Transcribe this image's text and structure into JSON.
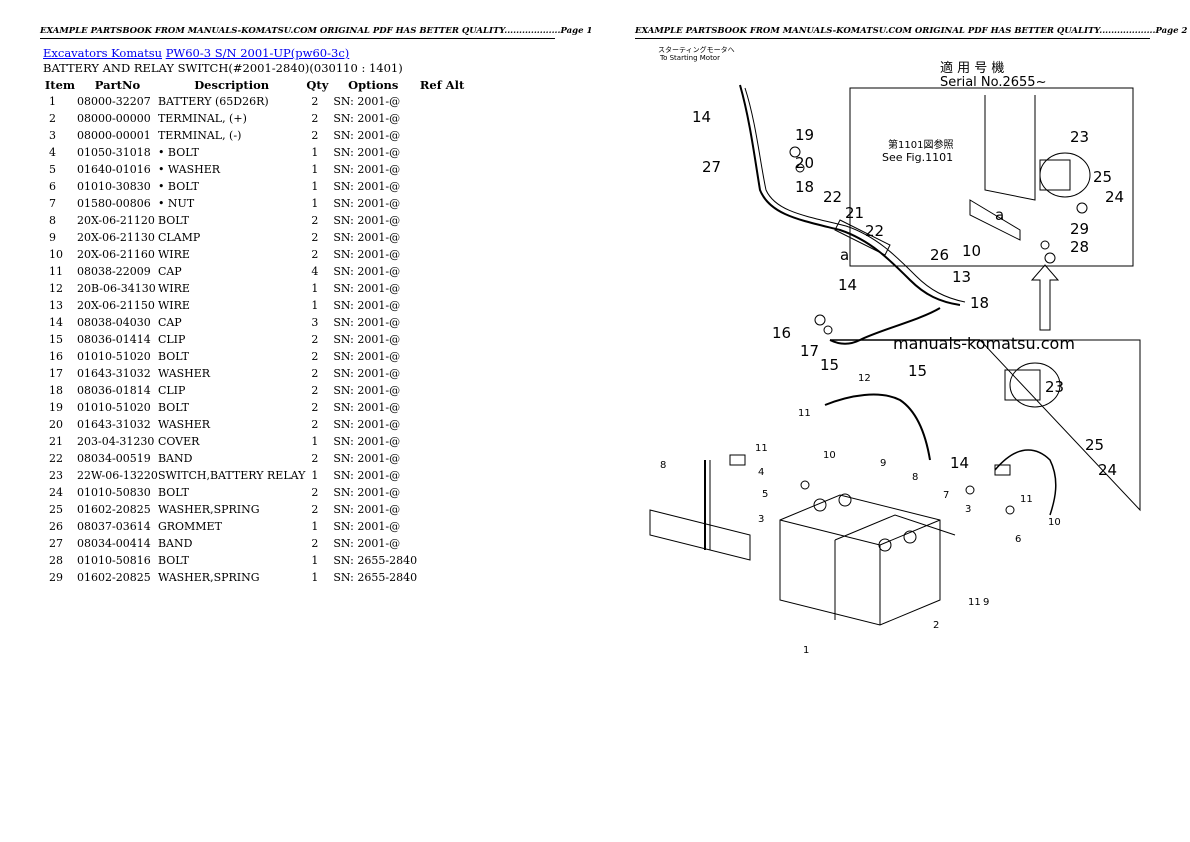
{
  "header_text": "EXAMPLE PARTSBOOK FROM MANUALS-KOMATSU.COM ORIGINAL PDF HAS BETTER QUALITY...................",
  "page_left_label": "Page 1",
  "page_right_label": "Page 2",
  "breadcrumb": {
    "link1": "Excavators Komatsu",
    "link2": "PW60-3 S/N 2001-UP(pw60-3c)"
  },
  "subtitle": "BATTERY AND RELAY SWITCH(#2001-2840)(030110 : 1401)",
  "table": {
    "headers": {
      "item": "Item",
      "partno": "PartNo",
      "description": "Description",
      "qty": "Qty",
      "options": "Options",
      "refalt": "Ref Alt"
    },
    "rows": [
      {
        "item": "1",
        "partno": "08000-32207",
        "desc": "BATTERY (65D26R)",
        "qty": "2",
        "opt": "SN: 2001-@"
      },
      {
        "item": "2",
        "partno": "08000-00000",
        "desc": "TERMINAL, (+)",
        "qty": "2",
        "opt": "SN: 2001-@"
      },
      {
        "item": "3",
        "partno": "08000-00001",
        "desc": "TERMINAL, (-)",
        "qty": "2",
        "opt": "SN: 2001-@"
      },
      {
        "item": "4",
        "partno": "01050-31018",
        "desc": "• BOLT",
        "qty": "1",
        "opt": "SN: 2001-@"
      },
      {
        "item": "5",
        "partno": "01640-01016",
        "desc": "• WASHER",
        "qty": "1",
        "opt": "SN: 2001-@"
      },
      {
        "item": "6",
        "partno": "01010-30830",
        "desc": "• BOLT",
        "qty": "1",
        "opt": "SN: 2001-@"
      },
      {
        "item": "7",
        "partno": "01580-00806",
        "desc": "• NUT",
        "qty": "1",
        "opt": "SN: 2001-@"
      },
      {
        "item": "8",
        "partno": "20X-06-21120",
        "desc": "BOLT",
        "qty": "2",
        "opt": "SN: 2001-@"
      },
      {
        "item": "9",
        "partno": "20X-06-21130",
        "desc": "CLAMP",
        "qty": "2",
        "opt": "SN: 2001-@"
      },
      {
        "item": "10",
        "partno": "20X-06-21160",
        "desc": "WIRE",
        "qty": "2",
        "opt": "SN: 2001-@"
      },
      {
        "item": "11",
        "partno": "08038-22009",
        "desc": "CAP",
        "qty": "4",
        "opt": "SN: 2001-@"
      },
      {
        "item": "12",
        "partno": "20B-06-34130",
        "desc": "WIRE",
        "qty": "1",
        "opt": "SN: 2001-@"
      },
      {
        "item": "13",
        "partno": "20X-06-21150",
        "desc": "WIRE",
        "qty": "1",
        "opt": "SN: 2001-@"
      },
      {
        "item": "14",
        "partno": "08038-04030",
        "desc": "CAP",
        "qty": "3",
        "opt": "SN: 2001-@"
      },
      {
        "item": "15",
        "partno": "08036-01414",
        "desc": "CLIP",
        "qty": "2",
        "opt": "SN: 2001-@"
      },
      {
        "item": "16",
        "partno": "01010-51020",
        "desc": "BOLT",
        "qty": "2",
        "opt": "SN: 2001-@"
      },
      {
        "item": "17",
        "partno": "01643-31032",
        "desc": "WASHER",
        "qty": "2",
        "opt": "SN: 2001-@"
      },
      {
        "item": "18",
        "partno": "08036-01814",
        "desc": "CLIP",
        "qty": "2",
        "opt": "SN: 2001-@"
      },
      {
        "item": "19",
        "partno": "01010-51020",
        "desc": "BOLT",
        "qty": "2",
        "opt": "SN: 2001-@"
      },
      {
        "item": "20",
        "partno": "01643-31032",
        "desc": "WASHER",
        "qty": "2",
        "opt": "SN: 2001-@"
      },
      {
        "item": "21",
        "partno": "203-04-31230",
        "desc": "COVER",
        "qty": "1",
        "opt": "SN: 2001-@"
      },
      {
        "item": "22",
        "partno": "08034-00519",
        "desc": "BAND",
        "qty": "2",
        "opt": "SN: 2001-@"
      },
      {
        "item": "23",
        "partno": "22W-06-13220",
        "desc": "SWITCH,BATTERY RELAY",
        "qty": "1",
        "opt": "SN: 2001-@"
      },
      {
        "item": "24",
        "partno": "01010-50830",
        "desc": "BOLT",
        "qty": "2",
        "opt": "SN: 2001-@"
      },
      {
        "item": "25",
        "partno": "01602-20825",
        "desc": "WASHER,SPRING",
        "qty": "2",
        "opt": "SN: 2001-@"
      },
      {
        "item": "26",
        "partno": "08037-03614",
        "desc": "GROMMET",
        "qty": "1",
        "opt": "SN: 2001-@"
      },
      {
        "item": "27",
        "partno": "08034-00414",
        "desc": "BAND",
        "qty": "2",
        "opt": "SN: 2001-@"
      },
      {
        "item": "28",
        "partno": "01010-50816",
        "desc": "BOLT",
        "qty": "1",
        "opt": "SN: 2655-2840"
      },
      {
        "item": "29",
        "partno": "01602-20825",
        "desc": "WASHER,SPRING",
        "qty": "1",
        "opt": "SN: 2655-2840"
      }
    ]
  },
  "diagram": {
    "starting_motor_jp": "スターティングモータへ",
    "starting_motor_en": "To Starting Motor",
    "serial_jp": "適 用 号 機",
    "serial_en": "Serial  No.2655~",
    "see_fig_jp": "第1101図参照",
    "see_fig_en": "See Fig.1101",
    "watermark": "manuals-komatsu.com",
    "callouts": [
      "14",
      "27",
      "19",
      "20",
      "18",
      "22",
      "21",
      "22",
      "23",
      "25",
      "24",
      "a",
      "29",
      "28",
      "10",
      "a",
      "14",
      "26",
      "13",
      "18",
      "16",
      "17",
      "15",
      "15",
      "23",
      "25",
      "24",
      "12",
      "11",
      "14",
      "8",
      "11",
      "10",
      "9",
      "8",
      "4",
      "5",
      "3",
      "7",
      "3",
      "11",
      "6",
      "10",
      "9",
      "11",
      "2",
      "1"
    ]
  }
}
